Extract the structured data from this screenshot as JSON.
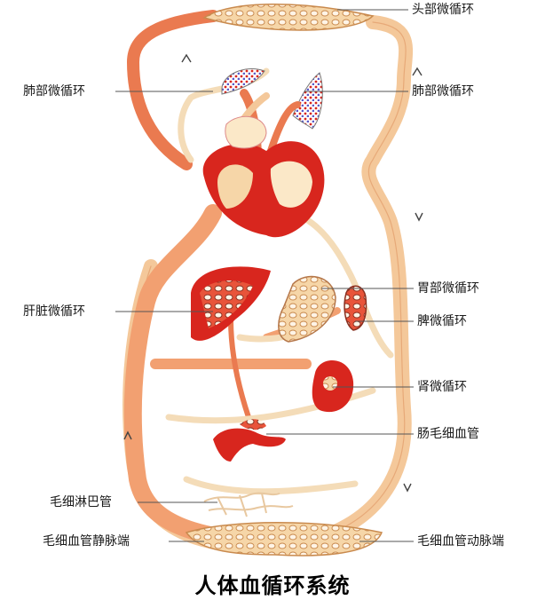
{
  "title": "人体血循环系统",
  "labels": {
    "head": "头部微循环",
    "lung_left": "肺部微循环",
    "lung_right": "肺部微循环",
    "stomach": "胃部微循环",
    "liver": "肝脏微循环",
    "spleen": "脾微循环",
    "kidney": "肾微循环",
    "intestine": "肠毛细血管",
    "lymph": "毛细淋巴管",
    "vein_end": "毛细血管静脉端",
    "artery_end": "毛细血管动脉端"
  },
  "colors": {
    "artery": "#e8543a",
    "vein": "#f4c89a",
    "heart_red": "#d8261e",
    "lung_blue": "#5a5ac8"
  }
}
